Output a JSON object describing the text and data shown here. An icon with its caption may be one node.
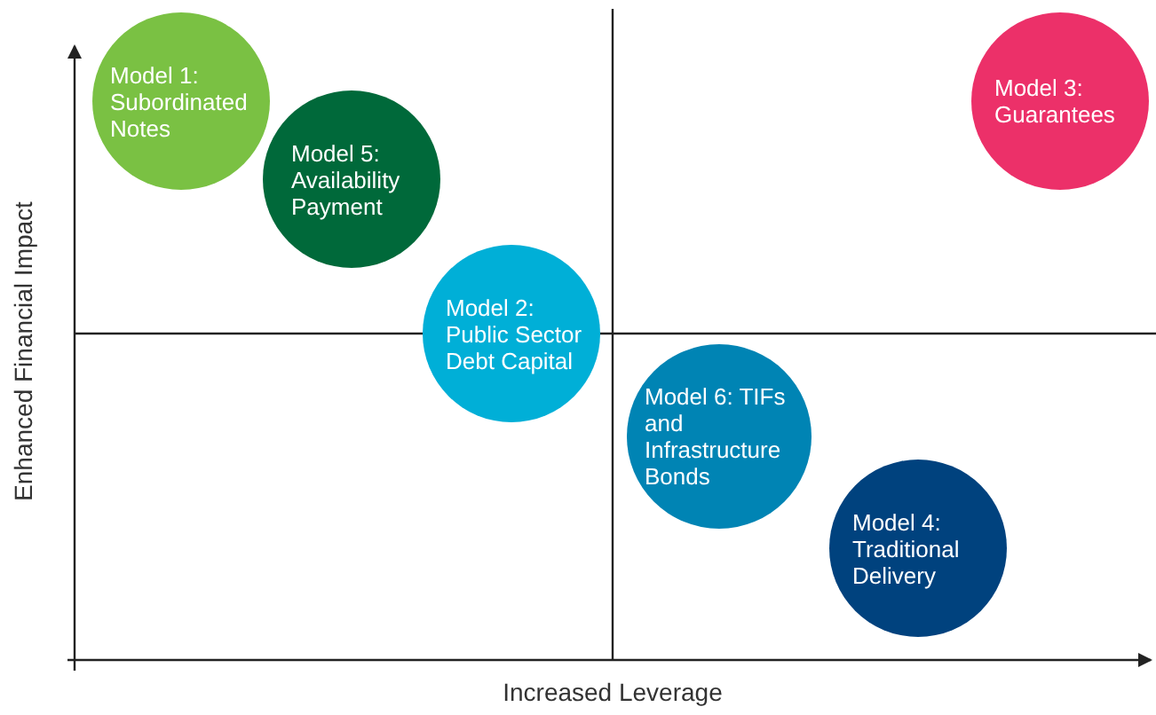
{
  "diagram": {
    "nodes": [
      {
        "text": [
          "Model 1: Subordinated Notes"
        ]
      },
      {
        "text": [
          "Model 5: Availability Payment"
        ]
      },
      {
        "text": [
          "Model 3: Guarantees"
        ]
      },
      {
        "text": [
          "Model 2: Public Sector Debt Capital"
        ]
      },
      {
        "text": [
          "Model 6: TIFs and Infrastructure Bonds"
        ]
      },
      {
        "text": [
          "Model 4: Traditional Delivery"
        ]
      }
    ],
    "edges": [],
    "labels": [
      "Enhanced Financial Impact",
      "Increased Leverage"
    ]
  }
}
